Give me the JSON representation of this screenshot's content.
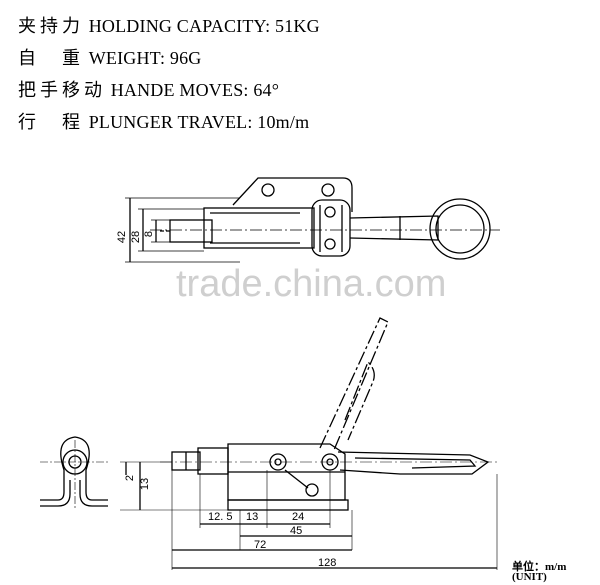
{
  "specs": [
    {
      "cn": "夹持力",
      "en": "HOLDING CAPACITY:",
      "value": "51KG"
    },
    {
      "cn": "自　重",
      "en": "WEIGHT:",
      "value": "96G"
    },
    {
      "cn": "把手移动",
      "en": "HANDE MOVES:",
      "value": "64°"
    },
    {
      "cn": "行　程",
      "en": "PLUNGER TRAVEL:",
      "value": "10m/m"
    }
  ],
  "top_view_dims": {
    "d42": "42",
    "d28": "28",
    "d8": "8"
  },
  "side_view_dims": {
    "d2": "2",
    "d13v": "13",
    "d12_5": "12. 5",
    "d13": "13",
    "d24": "24",
    "d45": "45",
    "d72": "72",
    "d128": "128"
  },
  "unit": {
    "label": "单位：m/m",
    "label_en": "(UNIT)"
  },
  "watermark": "trade.china.com"
}
